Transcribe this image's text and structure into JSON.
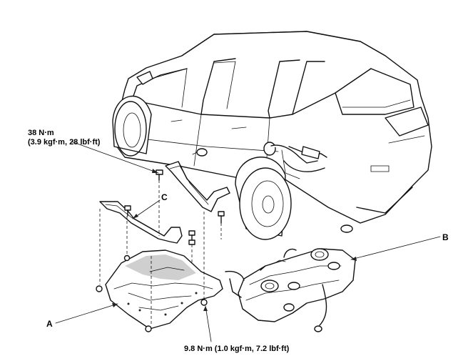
{
  "torque_upper": {
    "line1": "38 N·m",
    "line2": "(3.9 kgf·m, 28 lbf·ft)"
  },
  "torque_lower": {
    "text": "9.8 N·m (1.0 kgf·m, 7.2 lbf·ft)"
  },
  "callouts": {
    "a": "A",
    "b": "B",
    "c": "C"
  }
}
